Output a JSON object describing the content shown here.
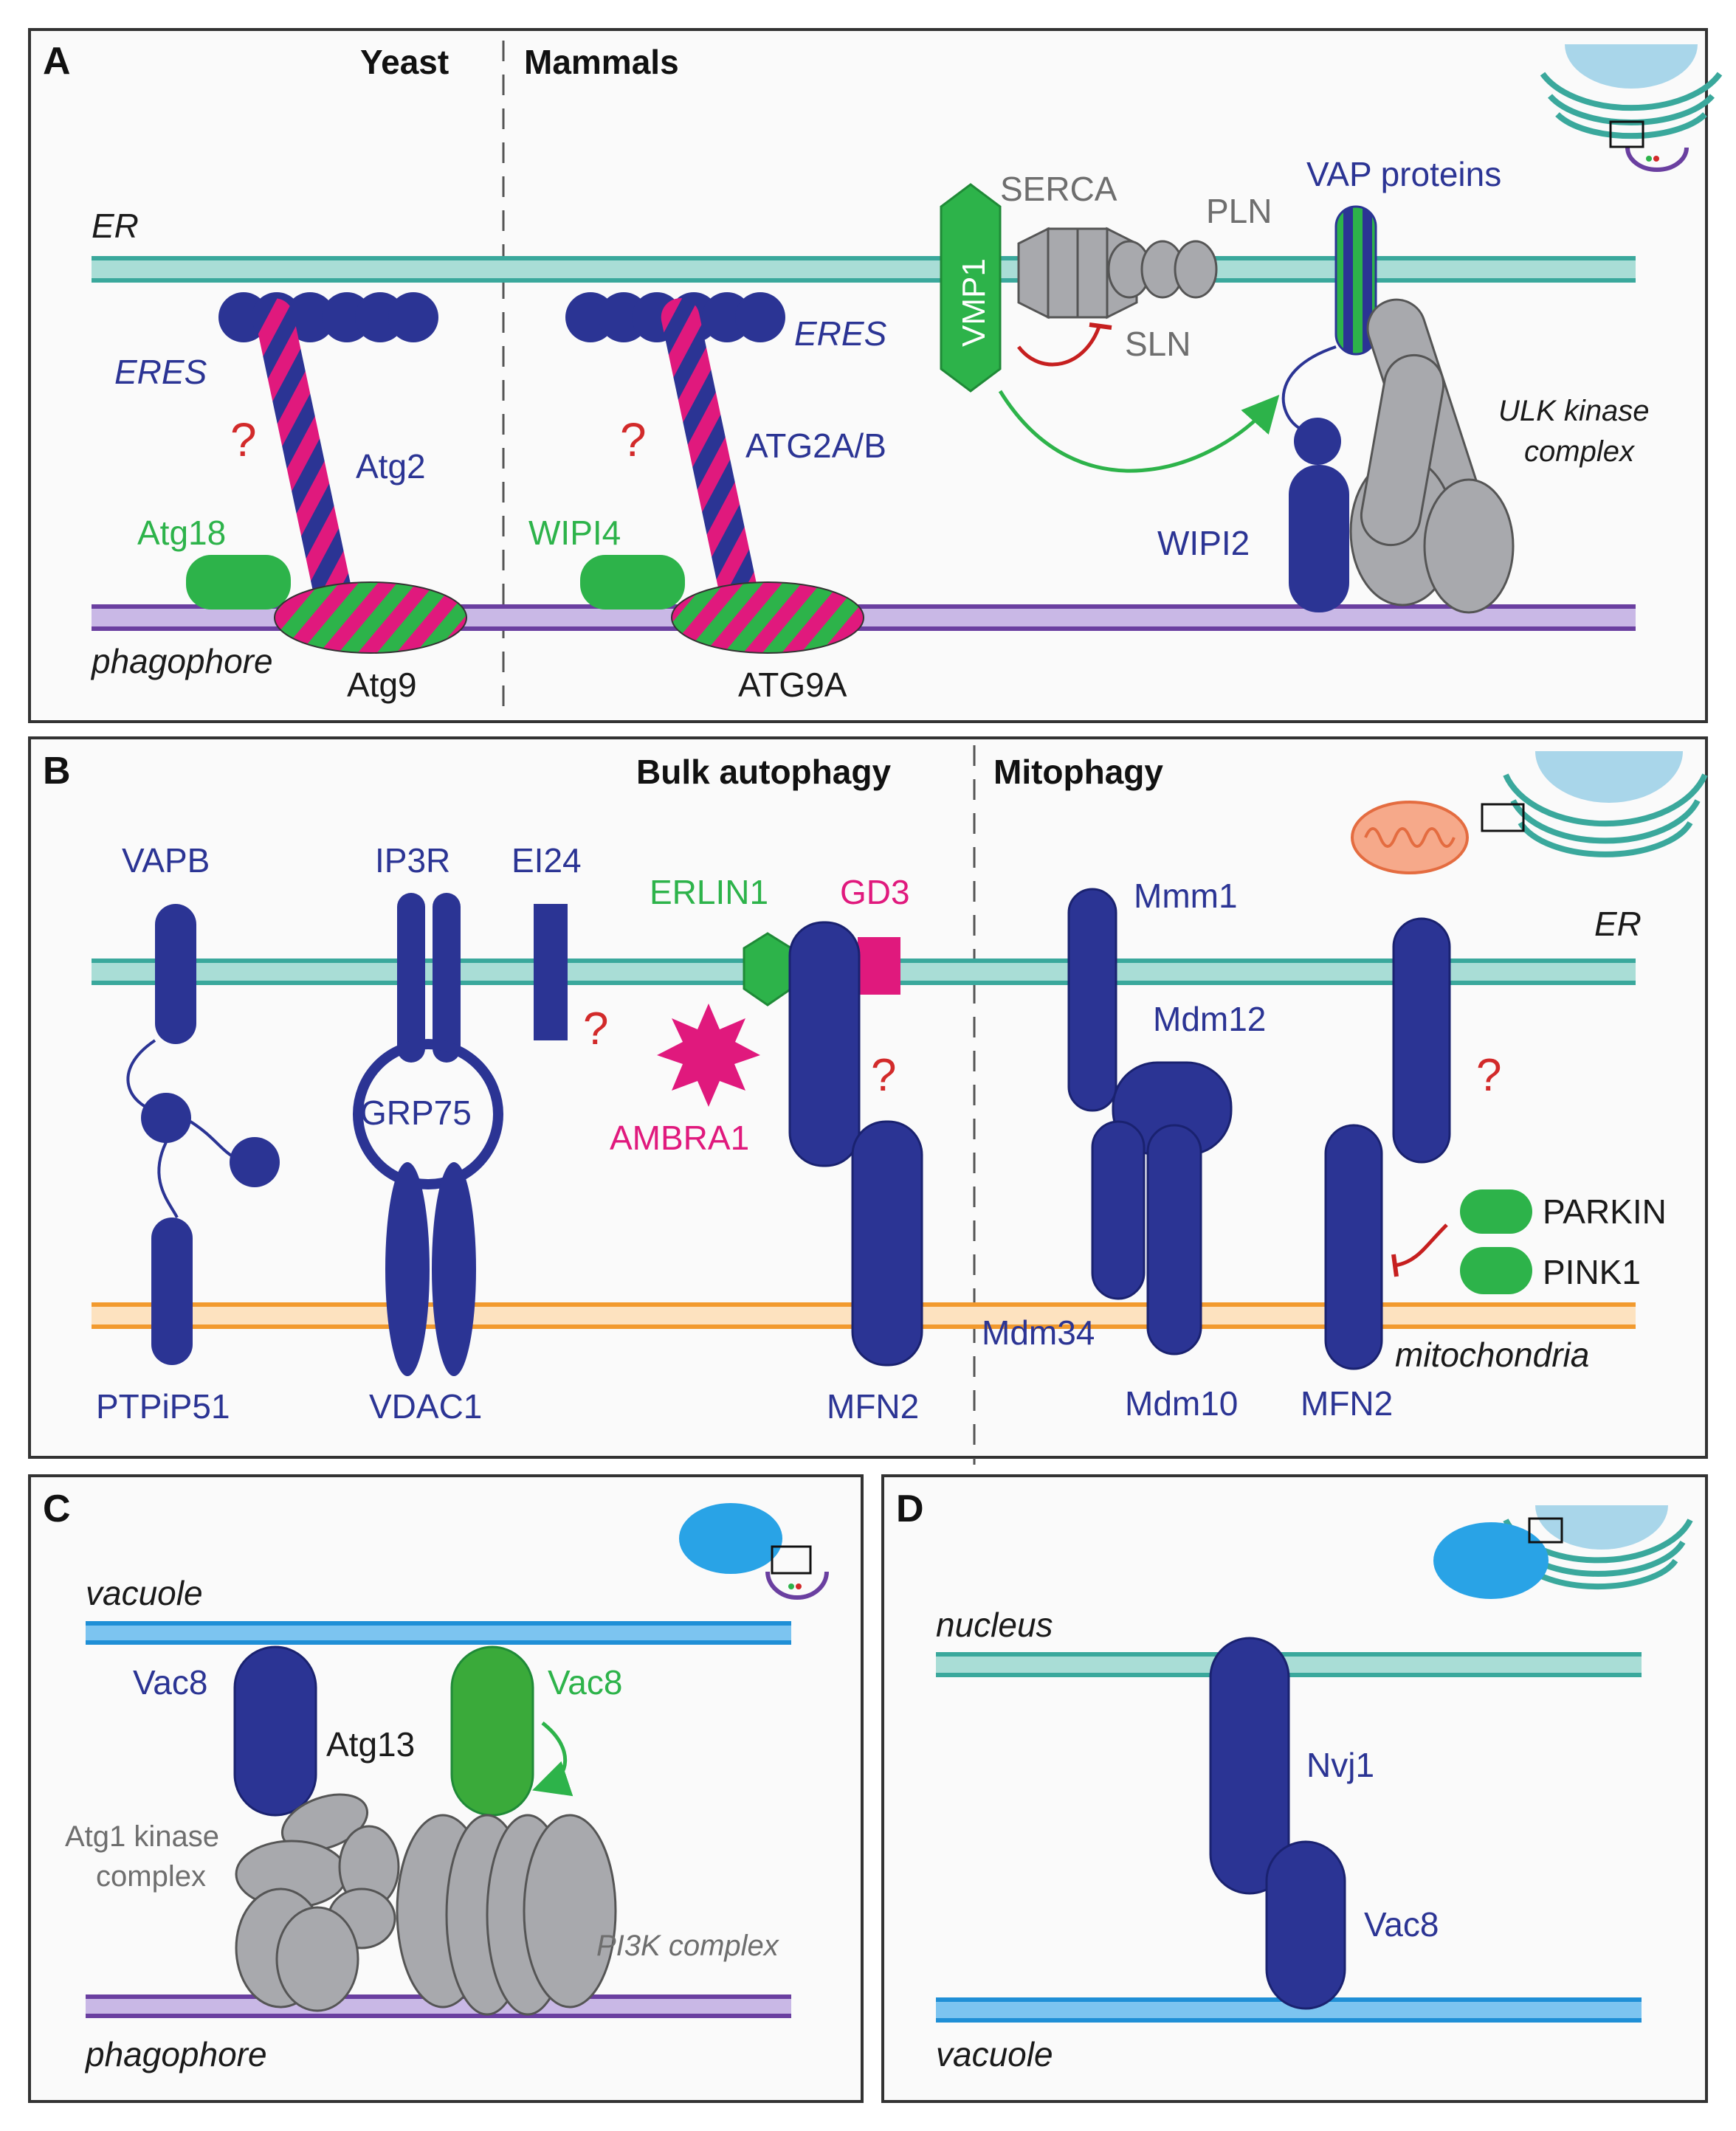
{
  "colors": {
    "er_membrane": "#3aa89c",
    "er_fill": "#a9ddd6",
    "phagophore": "#6a3fa0",
    "phagophore_fill": "#b39dd6",
    "mitochondria": "#f29a2e",
    "vacuole": "#1f8fd6",
    "protein_blue": "#2b3494",
    "protein_green": "#2db34a",
    "pink": "#e0197d",
    "gray_protein": "#a8a9ad",
    "red_question": "#d22a2a"
  },
  "panel_a": {
    "letter": "A",
    "yeast_header": "Yeast",
    "mammals_header": "Mammals",
    "er_label": "ER",
    "phagophore_label": "phagophore",
    "eres_yeast": "ERES",
    "eres_mammal": "ERES",
    "question_yeast": "?",
    "question_mammal": "?",
    "atg2": "Atg2",
    "atg18": "Atg18",
    "atg9": "Atg9",
    "atg2ab": "ATG2A/B",
    "wipi4": "WIPI4",
    "atg9a": "ATG9A",
    "vmp1": "VMP1",
    "serca": "SERCA",
    "pln": "PLN",
    "sln": "SLN",
    "vap_proteins": "VAP proteins",
    "ulk_line1": "ULK kinase",
    "ulk_line2": "complex",
    "wipi2": "WIPI2"
  },
  "panel_b": {
    "letter": "B",
    "bulk_header": "Bulk autophagy",
    "mito_header": "Mitophagy",
    "er_label": "ER",
    "mito_label": "mitochondria",
    "vapb": "VAPB",
    "ptpip51": "PTPiP51",
    "ip3r": "IP3R",
    "grp75": "GRP75",
    "vdac1": "VDAC1",
    "ei24": "EI24",
    "erlin1": "ERLIN1",
    "gd3": "GD3",
    "ambra1": "AMBRA1",
    "mfn2_bulk": "MFN2",
    "mmm1": "Mmm1",
    "mdm12": "Mdm12",
    "mdm34": "Mdm34",
    "mdm10": "Mdm10",
    "mfn2_mito": "MFN2",
    "parkin": "PARKIN",
    "pink1": "PINK1",
    "question_ei24": "?",
    "question_mfn2": "?",
    "question_mito": "?"
  },
  "panel_c": {
    "letter": "C",
    "vacuole_label": "vacuole",
    "phagophore_label": "phagophore",
    "vac8_blue": "Vac8",
    "vac8_green": "Vac8",
    "atg13": "Atg13",
    "atg1_line1": "Atg1 kinase",
    "atg1_line2": "complex",
    "pi3k": "PI3K complex"
  },
  "panel_d": {
    "letter": "D",
    "nucleus_label": "nucleus",
    "vacuole_label": "vacuole",
    "nvj1": "Nvj1",
    "vac8": "Vac8"
  }
}
